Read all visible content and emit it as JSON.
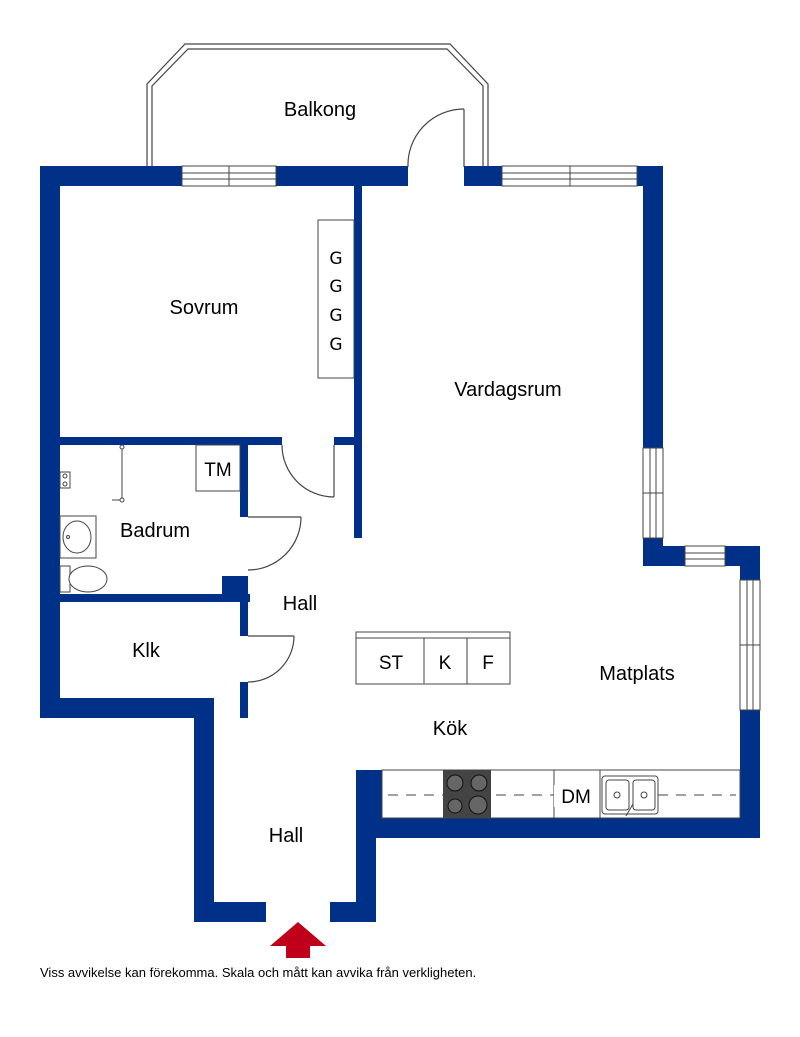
{
  "colors": {
    "wall": "#003087",
    "entrance_arrow": "#c0001a",
    "background": "#ffffff",
    "text": "#000000"
  },
  "rooms": {
    "balkong": "Balkong",
    "sovrum": "Sovrum",
    "vardagsrum": "Vardagsrum",
    "badrum": "Badrum",
    "hall_upper": "Hall",
    "klk": "Klk",
    "matplats": "Matplats",
    "kok": "Kök",
    "hall_lower": "Hall"
  },
  "fixtures": {
    "wardrobe": [
      "G",
      "G",
      "G",
      "G"
    ],
    "tm": "TM",
    "st": "ST",
    "k": "K",
    "f": "F",
    "dm": "DM"
  },
  "icons": {
    "entrance": "entrance-arrow-icon",
    "stove": "stove-icon",
    "sink": "sink-icon",
    "toilet": "toilet-icon",
    "washbasin": "washbasin-icon"
  },
  "disclaimer": "Viss avvikelse kan förekomma. Skala och mått kan avvika från verkligheten."
}
